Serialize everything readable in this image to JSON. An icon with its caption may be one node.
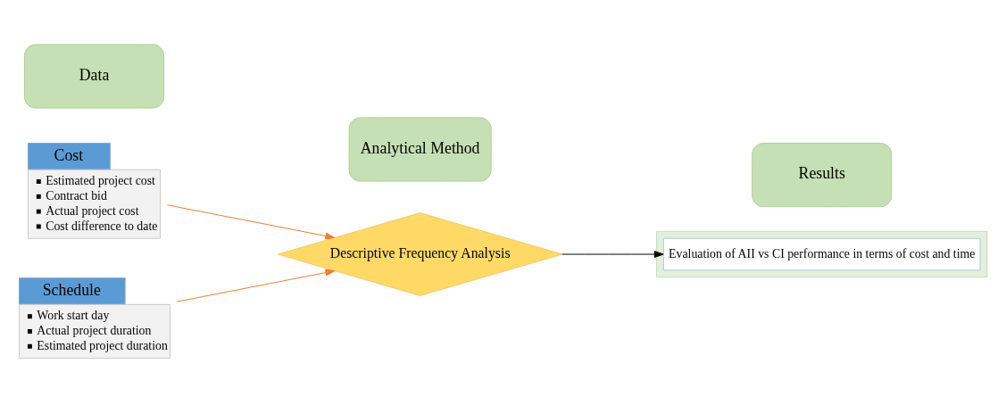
{
  "diagram": {
    "nodes": [
      {
        "text": [
          "Data"
        ]
      },
      {
        "text": [
          "Analytical Method"
        ]
      },
      {
        "text": [
          "Results"
        ]
      },
      {
        "text": [
          "Cost",
          "Estimated project cost",
          "Contract bid",
          "Actual project cost",
          "Cost difference to date"
        ]
      },
      {
        "text": [
          "Schedule",
          "Work start day",
          "Actual project duration",
          "Estimated project duration"
        ]
      },
      {
        "text": [
          "Descriptive Frequency Analysis"
        ]
      },
      {
        "text": [],
        "shape": "box"
      },
      {
        "text": [
          "Evaluation of AII vs CI performance in terms of cost and time"
        ],
        "in": 6
      }
    ],
    "edges": [
      {
        "from": 3,
        "to": 5,
        "arrow": "to"
      },
      {
        "from": 4,
        "to": 5,
        "arrow": "to"
      },
      {
        "from": 5,
        "to": 7,
        "arrow": "to",
        "color": "#000000"
      }
    ]
  }
}
